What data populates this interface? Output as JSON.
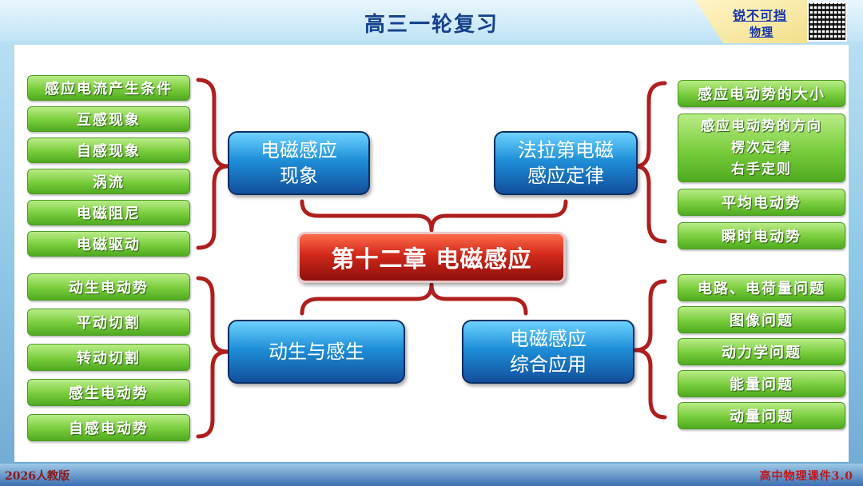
{
  "header": {
    "title": "高三一轮复习",
    "brand_top": "锐不可挡",
    "brand_bottom": "物理"
  },
  "footer": {
    "left": "2026人教版",
    "right": "高中物理课件3.0"
  },
  "center": "第十二章 电磁感应",
  "categories": [
    {
      "label": "电磁感应现象",
      "items": [
        "感应电流产生条件",
        "互感现象",
        "自感现象",
        "涡流",
        "电磁阻尼",
        "电磁驱动"
      ]
    },
    {
      "label": "法拉第电磁感应定律",
      "items": [
        "感应电动势的大小",
        "感应电动势的方向\n楞次定律\n右手定则",
        "平均电动势",
        "瞬时电动势"
      ]
    },
    {
      "label": "动生与感生",
      "items": [
        "动生电动势",
        "平动切割",
        "转动切割",
        "感生电动势",
        "自感电动势"
      ]
    },
    {
      "label": "电磁感应综合应用",
      "items": [
        "电路、电荷量问题",
        "图像问题",
        "动力学问题",
        "能量问题",
        "动量问题"
      ]
    }
  ],
  "category_lines": {
    "c0": [
      "电磁感应",
      "现象"
    ],
    "c1": [
      "法拉第电磁",
      "感应定律"
    ],
    "c2": [
      "动生与感生"
    ],
    "c3": [
      "电磁感应",
      "综合应用"
    ]
  },
  "colors": {
    "bracket": "#b01e1e",
    "item_green": "#78cc3b",
    "box_blue": "#1e8fd8",
    "center_red": "#d0281a",
    "title_blue": "#14418c"
  }
}
